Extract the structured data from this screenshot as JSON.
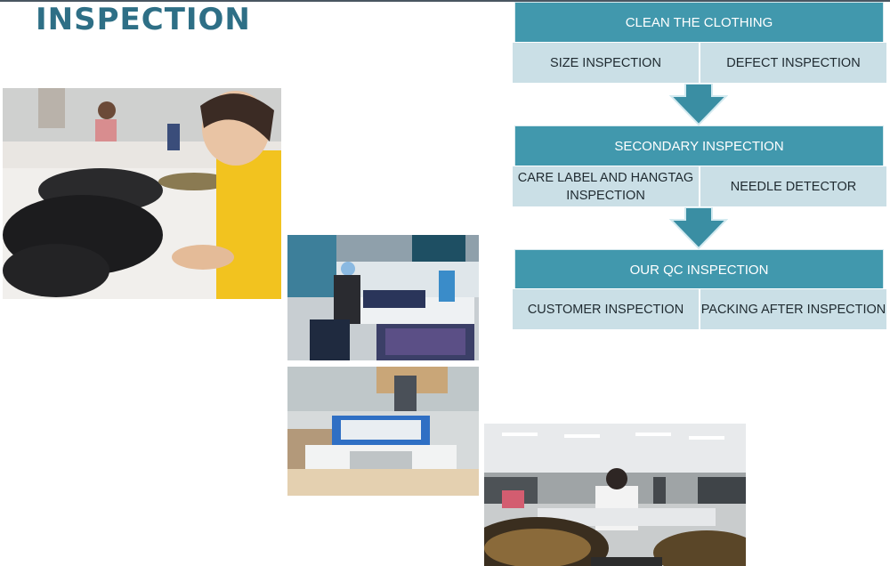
{
  "page": {
    "title": "INSPECTION"
  },
  "flow": [
    {
      "header": "CLEAN THE CLOTHING",
      "left": "SIZE INSPECTION",
      "right": "DEFECT INSPECTION"
    },
    {
      "header": "SECONDARY  INSPECTION",
      "left": "CARE LABEL AND HANGTAG INSPECTION",
      "right": "NEEDLE DETECTOR"
    },
    {
      "header": "OUR QC INSPECTION",
      "left": "CUSTOMER INSPECTION",
      "right": "PACKING AFTER INSPECTION"
    }
  ],
  "colors": {
    "title": "#2e6f86",
    "header_fill": "#4198ad",
    "cell_fill": "#cadfe6",
    "arrow": "#3a8ea3"
  },
  "photos": [
    "worker-folding-garments-photo",
    "inspection-tables-photo",
    "needle-detector-machine-photo",
    "factory-floor-photo"
  ]
}
